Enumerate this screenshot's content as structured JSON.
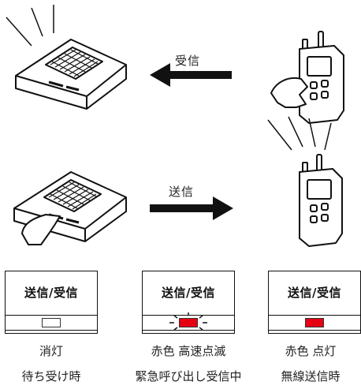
{
  "arrows": {
    "receive_label": "受信",
    "send_label": "送信"
  },
  "panels": [
    {
      "title": "送信/受信",
      "lamp_color": "#ffffff",
      "state": "消灯",
      "condition": "待ち受け時"
    },
    {
      "title": "送信/受信",
      "lamp_color": "#e60012",
      "state": "赤色 高速点滅",
      "condition": "緊急呼び出し受信中"
    },
    {
      "title": "送信/受信",
      "lamp_color": "#e60012",
      "state": "赤色 点灯",
      "condition": "無線送信時"
    }
  ],
  "colors": {
    "line": "#111111",
    "arrow": "#111111",
    "lamp_red": "#e60012"
  }
}
